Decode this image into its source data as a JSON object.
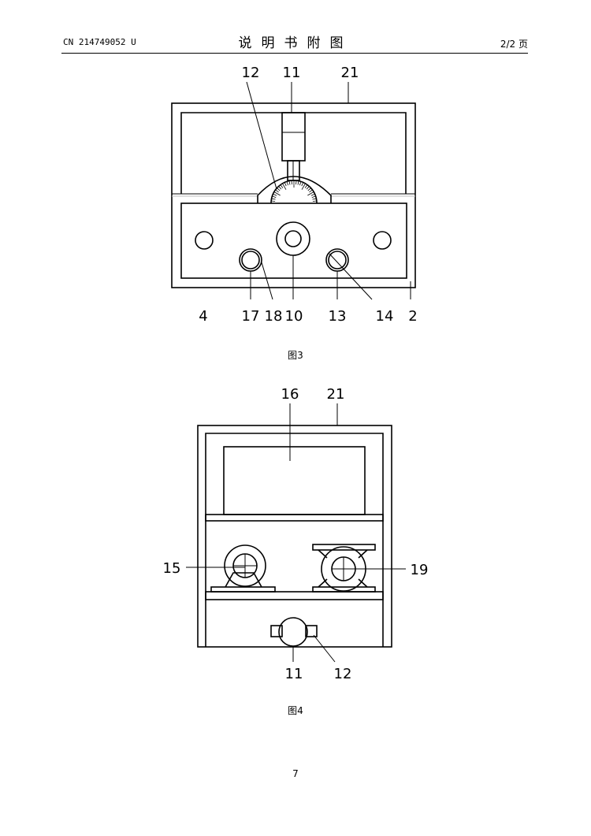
{
  "header": {
    "patent_number": "CN 214749052 U",
    "title": "说明书附图",
    "page_indicator": "2/2 页"
  },
  "figure3": {
    "caption": "图3",
    "labels": [
      "12",
      "11",
      "21",
      "4",
      "17",
      "18",
      "10",
      "13",
      "14",
      "2"
    ]
  },
  "figure4": {
    "caption": "图4",
    "labels": [
      "16",
      "21",
      "15",
      "19",
      "11",
      "12"
    ]
  },
  "footer": {
    "page_number": "7"
  }
}
